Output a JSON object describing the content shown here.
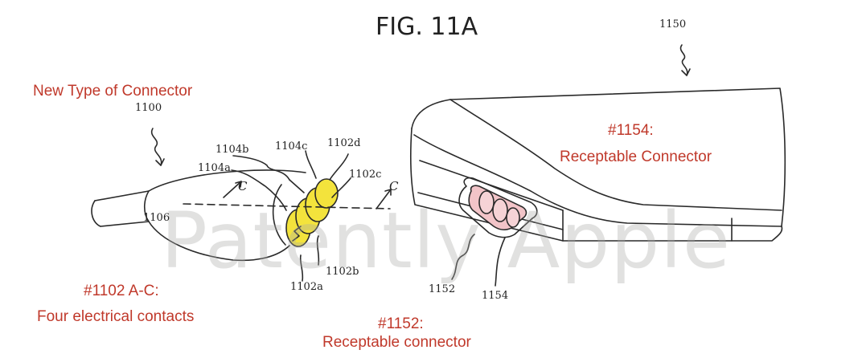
{
  "figure": {
    "title": "FIG. 11A"
  },
  "watermark": "Patently Apple",
  "annotations": {
    "new_connector": "New Type of Connector",
    "rc_number": "#1154:",
    "rc_text": "Receptable Connector",
    "contacts_number": "#1102 A-C:",
    "contacts_text": "Four electrical contacts",
    "conn_number": "#1152:",
    "conn_text": "Receptable connector"
  },
  "refs": {
    "r1150": "1150",
    "r1100": "1100",
    "r1104b": "1104b",
    "r1104c": "1104c",
    "r1102d": "1102d",
    "r1104a": "1104a",
    "r1102c": "1102c",
    "c_left": "C",
    "c_right": "C",
    "r1106": "1106",
    "r1102b": "1102b",
    "r1102a": "1102a",
    "r1152": "1152",
    "r1154": "1154"
  },
  "colors": {
    "annotation": "#c0392b",
    "contacts": "#f3e33c",
    "port_pink": "#f2c4c8",
    "line": "#2a2a2a"
  }
}
